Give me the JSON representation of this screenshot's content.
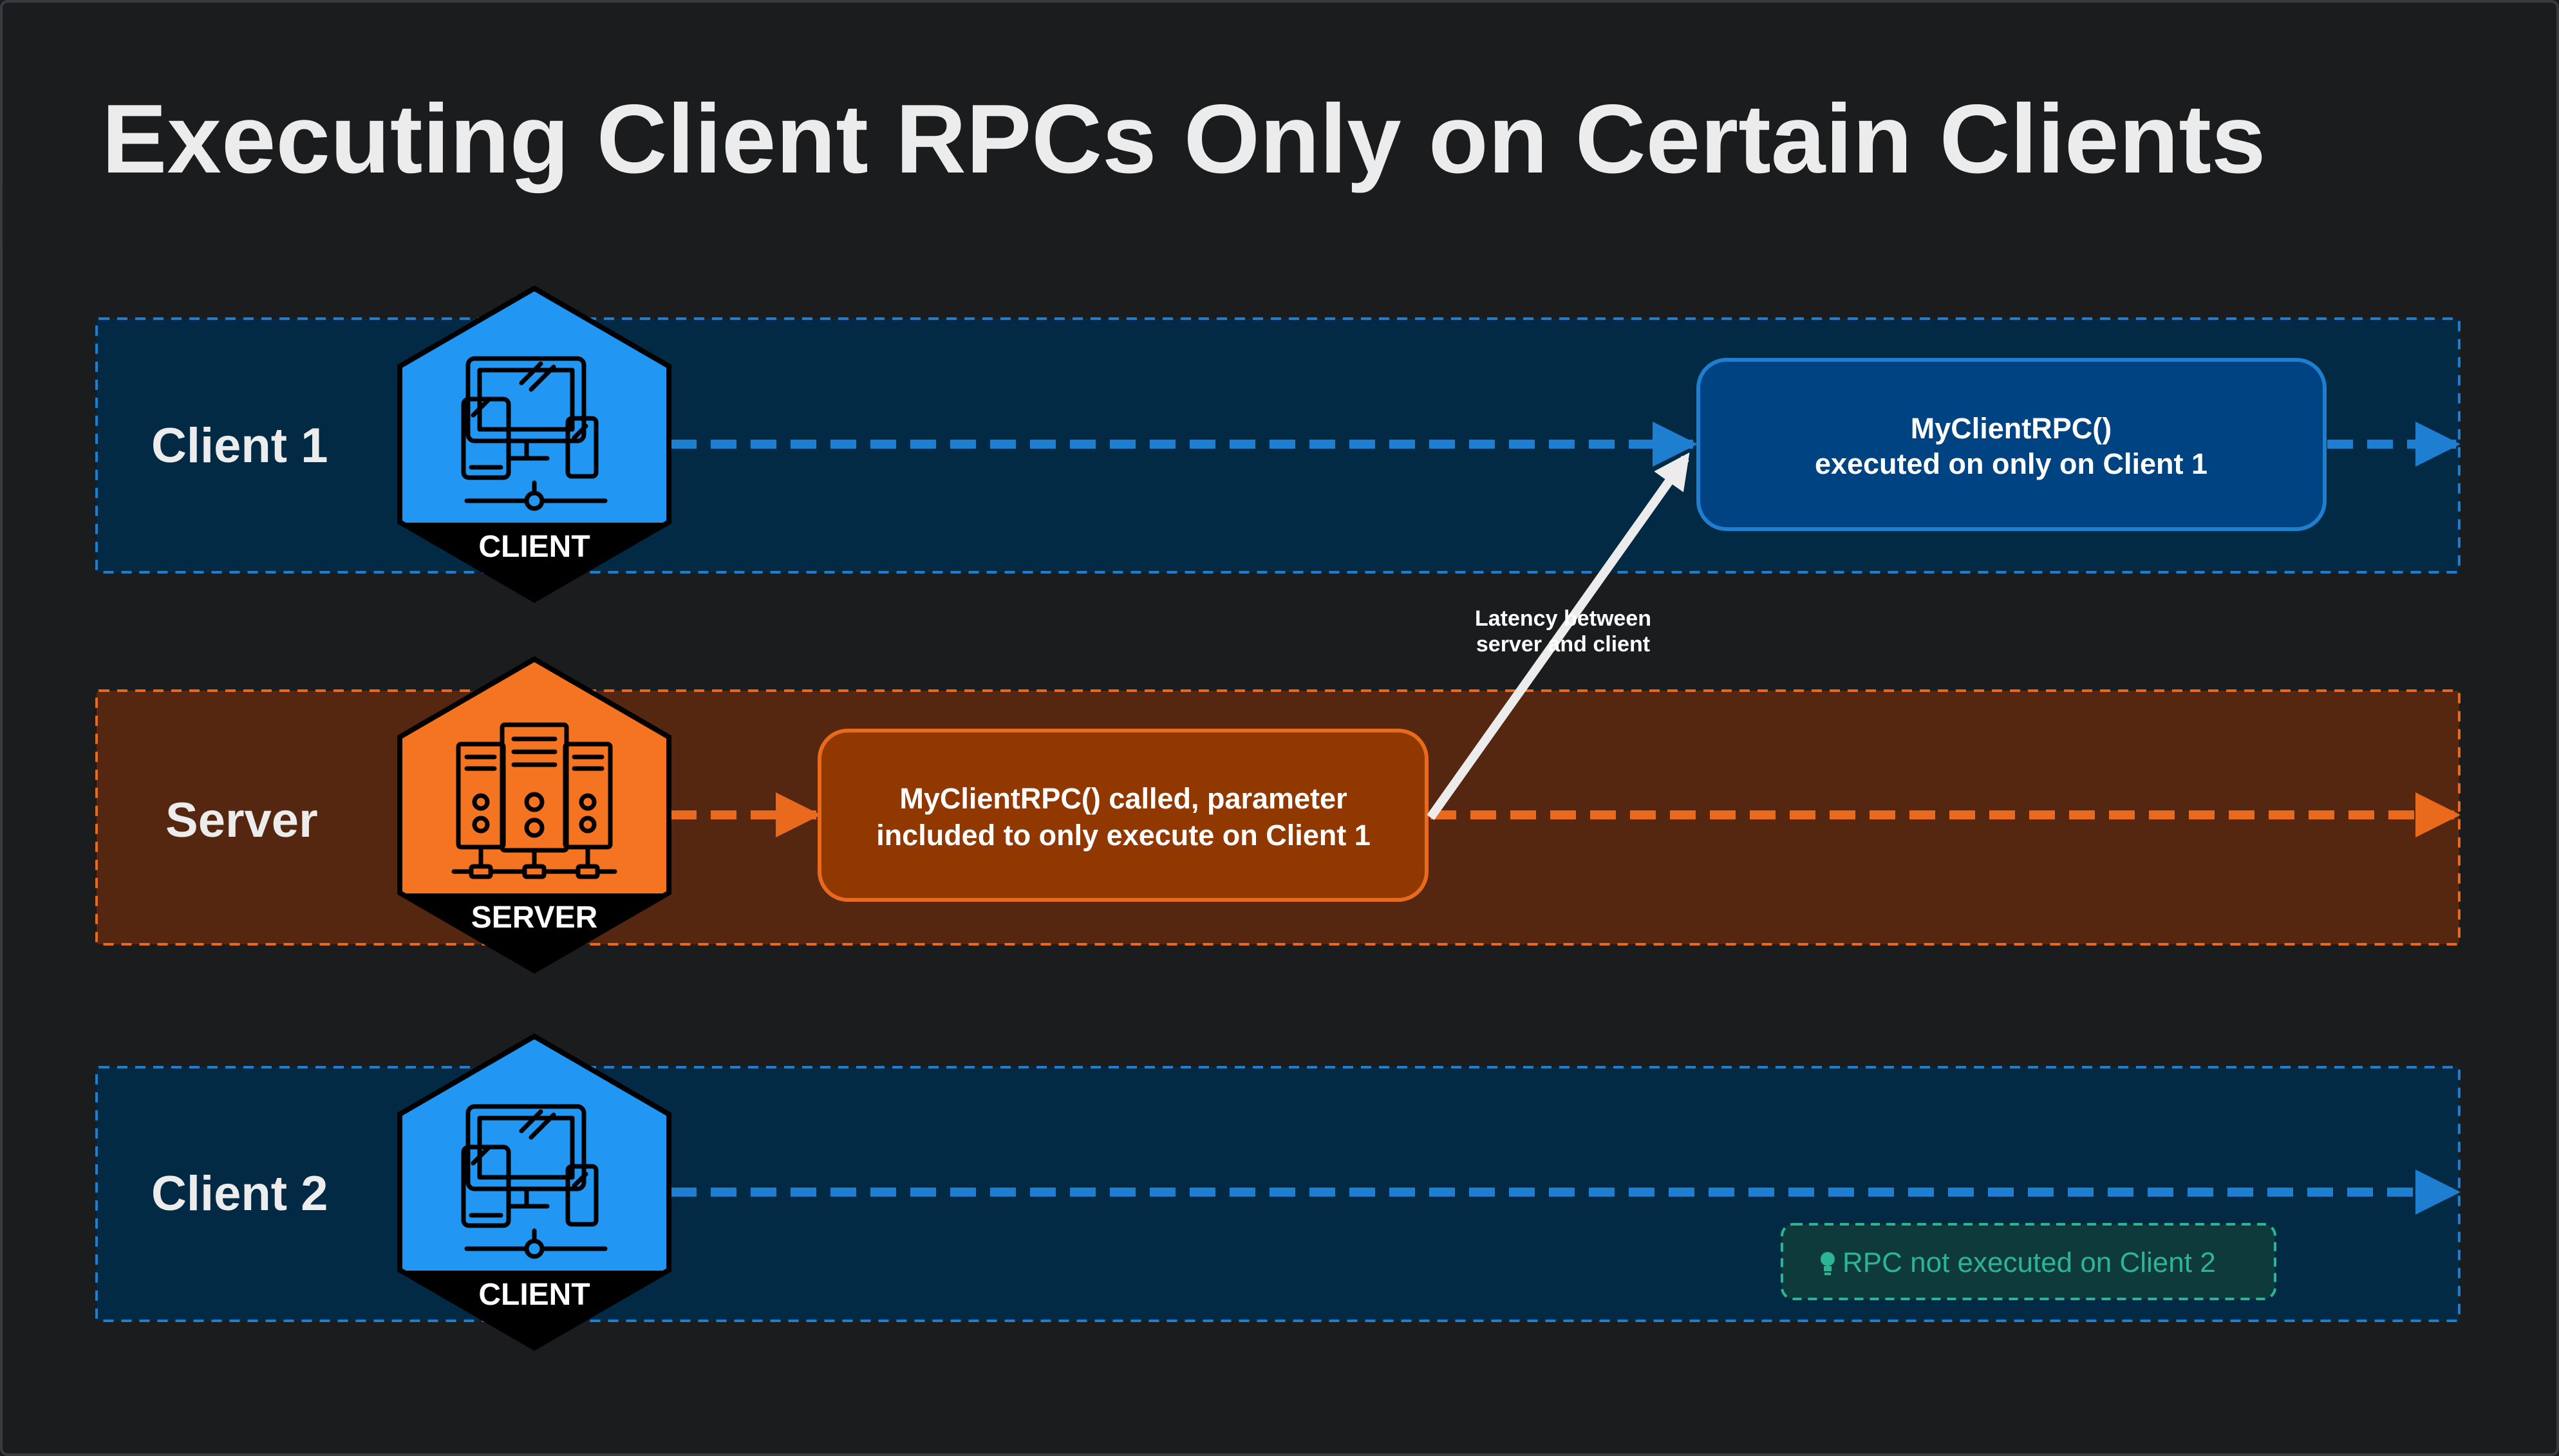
{
  "title": "Executing Client RPCs Only on Certain Clients",
  "lanes": {
    "client1": {
      "label": "Client 1",
      "badge": "CLIENT"
    },
    "server": {
      "label": "Server",
      "badge": "SERVER"
    },
    "client2": {
      "label": "Client 2",
      "badge": "CLIENT"
    }
  },
  "server_box": {
    "line1": "MyClientRPC() called, parameter",
    "line2": "included to only execute on Client 1"
  },
  "client1_box": {
    "line1": "MyClientRPC()",
    "line2": "executed on only on Client 1"
  },
  "latency_note": {
    "line1": "Latency between",
    "line2": "server and client"
  },
  "client2_tip": {
    "icon": "lightbulb-icon",
    "text": "RPC not executed on Client 2"
  },
  "colors": {
    "background": "#1b1c1e",
    "client_lane": "#032a45",
    "client_accent": "#1e7fd1",
    "client_badge": "#2196f3",
    "server_lane": "#552710",
    "server_accent": "#ea6a1d",
    "server_badge": "#f47421",
    "tip_green": "#2bb592"
  }
}
